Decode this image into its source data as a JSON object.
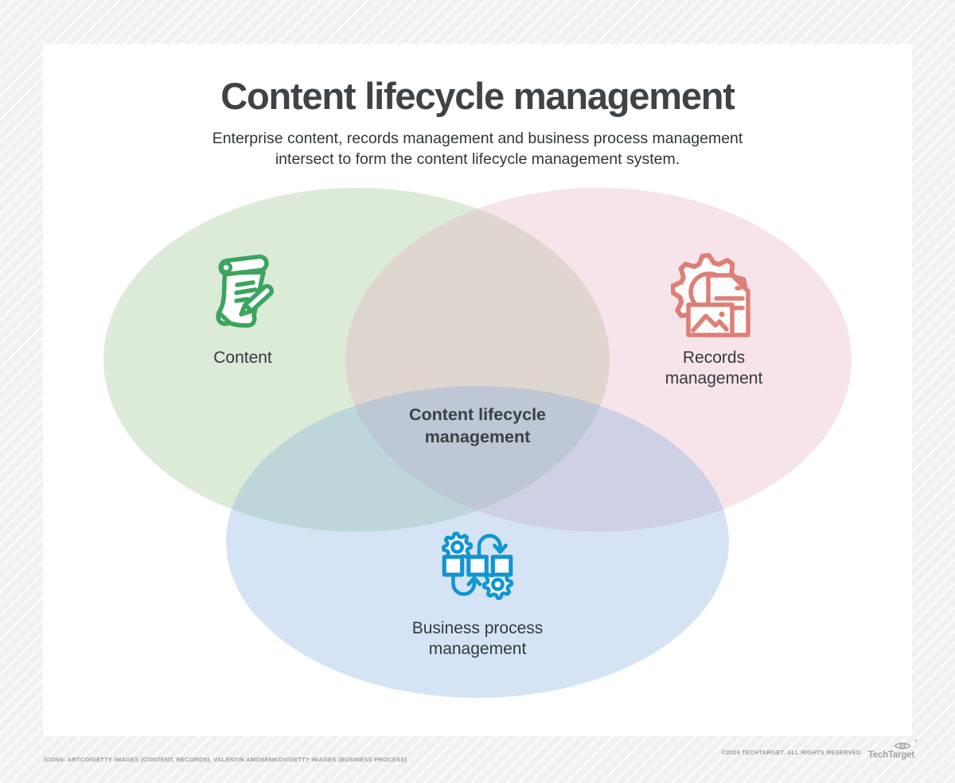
{
  "header": {
    "title": "Content lifecycle management",
    "subtitle_line1": "Enterprise content, records management and business process management",
    "subtitle_line2": "intersect to form the content lifecycle management system."
  },
  "venn": {
    "center_label": "Content lifecycle management",
    "circles": [
      {
        "id": "content",
        "label": "Content",
        "fill": "rgba(155,195,144,0.35)",
        "icon": "scroll-pen-icon",
        "icon_color": "#3ba45f"
      },
      {
        "id": "records",
        "label": "Records management",
        "fill": "rgba(229,178,195,0.35)",
        "icon": "gear-document-icon",
        "icon_color": "#dd7f76"
      },
      {
        "id": "business",
        "label": "Business process management",
        "fill": "rgba(120,170,220,0.32)",
        "icon": "process-flow-icon",
        "icon_color": "#1095d2"
      }
    ]
  },
  "footer": {
    "credits": "ICONS: ARTCO/GETTY IMAGES (CONTENT, RECORDS), VALENTIN AMOSENKOV/GETTY IMAGES (BUSINESS PROCESS)",
    "copyright": "©2024 TECHTARGET. ALL RIGHTS RESERVED",
    "brand": "TechTarget",
    "reg_mark": "®"
  }
}
